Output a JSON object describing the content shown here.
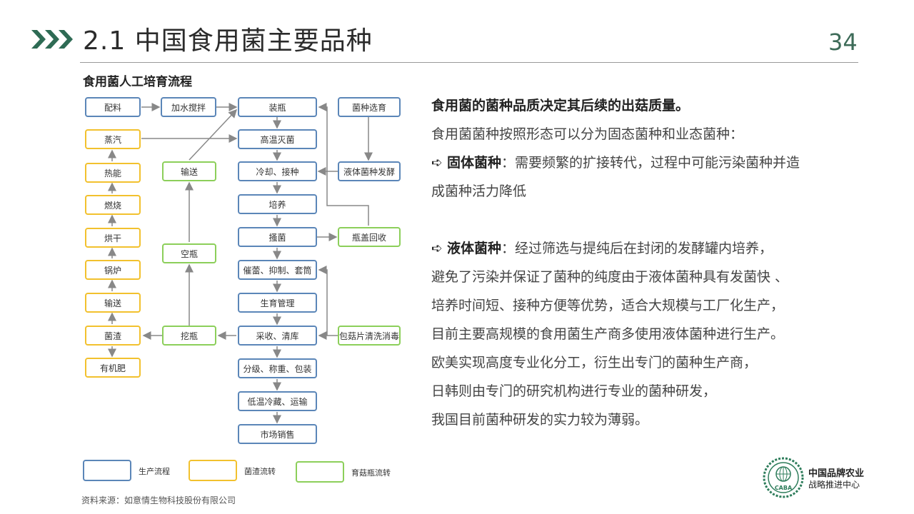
{
  "header": {
    "title": "2.1 中国食用菌主要品种",
    "page_number": "34"
  },
  "diagram": {
    "title": "食用菌人工培育流程",
    "boxes": {
      "peiliao": "配料",
      "jiashui": "加水搅拌",
      "zhuangping": "装瓶",
      "junzhong": "菌种选育",
      "zhengqi": "蒸汽",
      "gaowen": "高温灭菌",
      "reneng": "热能",
      "shusong_g": "输送",
      "lengque": "冷却、接种",
      "yeti": "液体菌种发酵",
      "ranshao": "燃烧",
      "peiyang": "培养",
      "honggan": "烘干",
      "kongping": "空瓶",
      "bojun": "搔菌",
      "pinggai": "瓶盖回收",
      "guolu": "锅炉",
      "cuilei": "催蕾、抑制、套筒",
      "shusong_y": "输送",
      "shengyu": "生育管理",
      "junzha": "菌渣",
      "waping": "挖瓶",
      "caishou": "采收、清库",
      "baogu": "包菇片清洗消毒",
      "youjifei": "有机肥",
      "fenji": "分级、称重、包装",
      "diwen": "低温冷藏、运输",
      "shichang": "市场销售"
    },
    "legend": {
      "production": "生产流程",
      "residue": "菌渣流转",
      "bottle": "育菇瓶流转"
    },
    "colors": {
      "production": "#5b86b8",
      "residue": "#f2c12e",
      "bottle": "#8ccf5a",
      "arrow": "#888888"
    }
  },
  "source": "资料来源：如意情生物科技股份有限公司",
  "text": {
    "heading": "食用菌的菌种品质决定其后续的出菇质量。",
    "intro": "食用菌菌种按照形态可以分为固态菌种和业态菌种：",
    "solid_arrow": "➪",
    "solid_label": "固体菌种",
    "solid_body": "：需要频繁的扩接转代，过程中可能污染菌种并造",
    "solid_body2": "成菌种活力降低",
    "liquid_arrow": "➪",
    "liquid_label": "液体菌种",
    "liquid_body": "：经过筛选与提纯后在封闭的发酵罐内培养，",
    "lines": [
      "避免了污染并保证了菌种的纯度由于液体菌种具有发菌快 、",
      "培养时间短、接种方便等优势，适合大规模与工厂化生产，",
      "目前主要高规模的食用菌生产商多使用液体菌种进行生产。",
      "欧美实现高度专业化分工，衍生出专门的菌种生产商，",
      "日韩则由专门的研究机构进行专业的菌种研发，",
      "我国目前菌种研发的实力较为薄弱。"
    ]
  },
  "logo": {
    "badge_text": "CABA",
    "org_line1": "中国品牌农业",
    "org_line2": "战略推进中心",
    "color": "#2e7d5b"
  }
}
